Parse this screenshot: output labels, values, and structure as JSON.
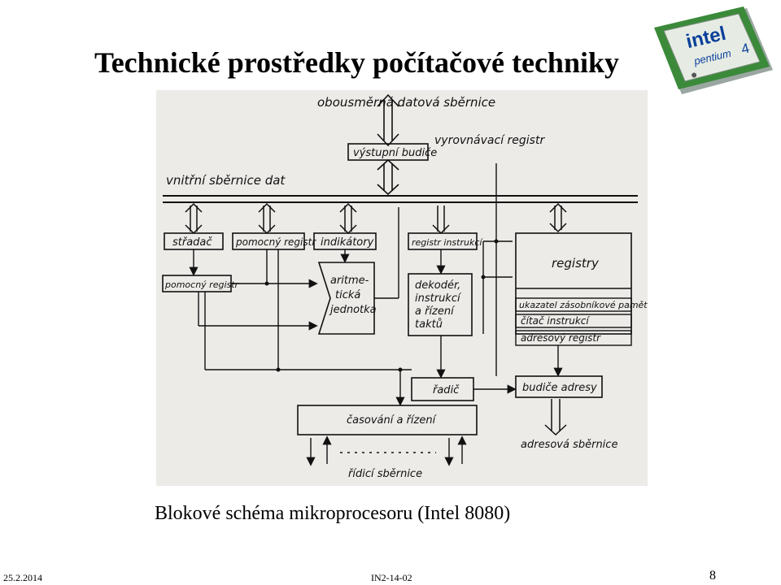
{
  "slide": {
    "title": "Technické prostředky počítačové techniky",
    "caption": "Blokové schéma mikroprocesoru (Intel 8080)",
    "footer_date": "25.2.2014",
    "footer_code": "IN2-14-02",
    "page_number": "8"
  },
  "logo": {
    "brand": "intel",
    "product": "pentium",
    "version": "4"
  },
  "diagram": {
    "bidirectional_data_bus": "obousměrná datová sběrnice",
    "output_drivers": "výstupní budiče",
    "buffer_register": "vyrovnávací registr",
    "internal_data_bus": "vnitřní sběrnice dat",
    "accumulator": "střadač",
    "aux_register_top": "pomocný registr",
    "flags": "indikátory",
    "instruction_register": "registr instrukcí",
    "registers": "registry",
    "aux_register_left": "pomocný registr",
    "alu_line1": "aritme-",
    "alu_line2": "tická",
    "alu_line3": "jednotka",
    "decoder_line1": "dekodér,",
    "decoder_line2": "instrukcí",
    "decoder_line3": "a řízení",
    "decoder_line4": "taktů",
    "stack_pointer": "ukazatel zásobníkové paměti",
    "program_counter": "čítač instrukcí",
    "address_register": "adresový registr",
    "controller": "řadič",
    "address_drivers": "budiče adresy",
    "timing_control": "časování a řízení",
    "address_bus": "adresová sběrnice",
    "control_bus": "řídicí sběrnice"
  }
}
